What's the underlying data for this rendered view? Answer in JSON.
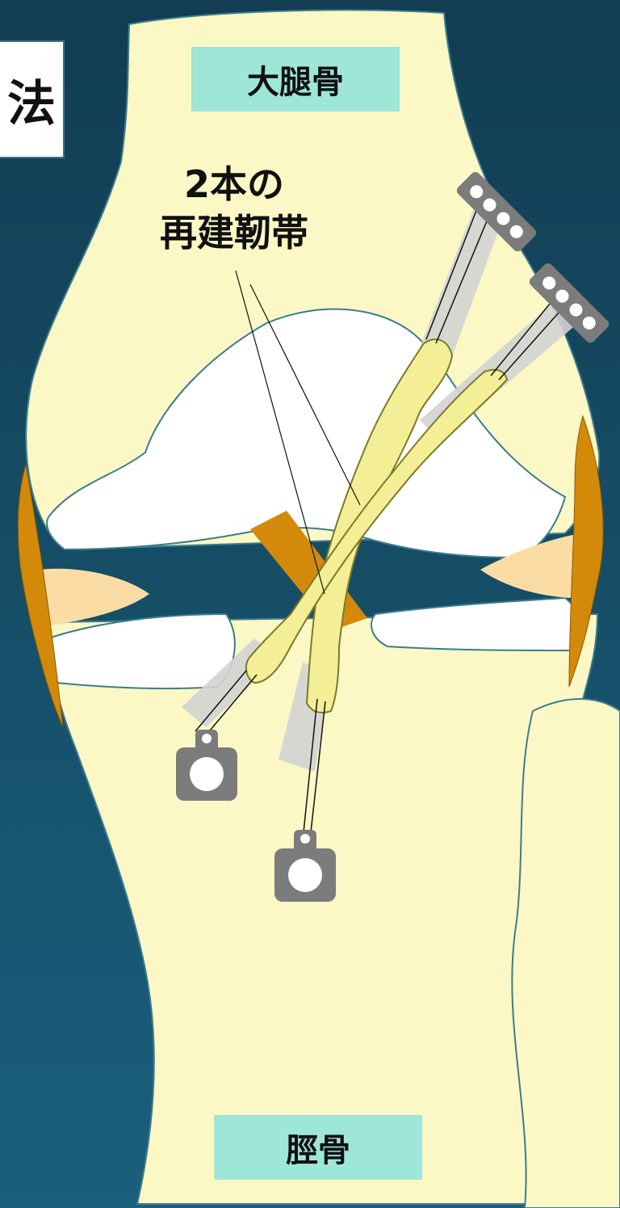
{
  "title_fragment": "法",
  "labels": {
    "femur": "大腿骨",
    "tibia": "脛骨",
    "ligament_line1": "2本の",
    "ligament_line2": "再建靭帯"
  },
  "colors": {
    "background": "#154a63",
    "bone": "#fbf8c6",
    "bone_outline": "#3c7c8c",
    "cartilage": "#ffffff",
    "meniscus": "#fbdca4",
    "collateral_ligament": "#d38a0a",
    "graft": "#f4ee96",
    "graft_outline": "#7a7a2a",
    "implant": "#7c7c7c",
    "label_box": "#9ee6d8"
  }
}
